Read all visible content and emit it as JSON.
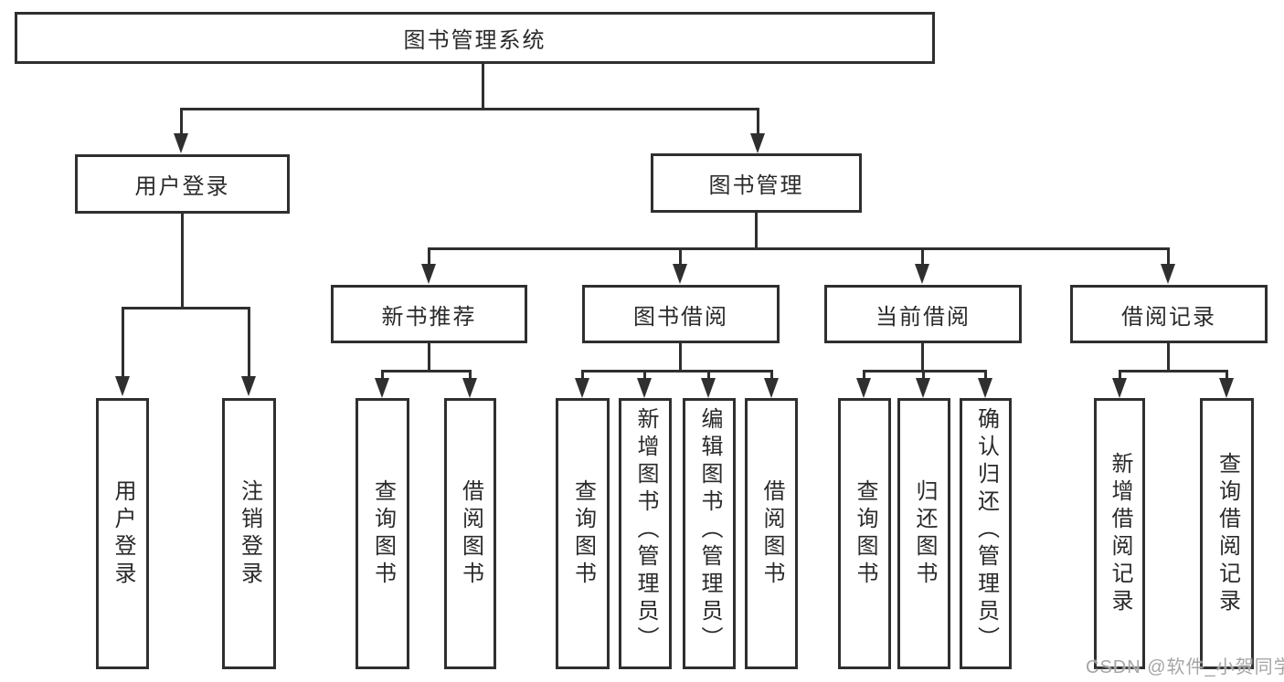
{
  "diagram": {
    "root": {
      "label": "图书管理系统"
    },
    "branches": [
      {
        "label": "用户登录",
        "children": [
          {
            "label": "用户登录"
          },
          {
            "label": "注销登录"
          }
        ]
      },
      {
        "label": "图书管理",
        "children": [
          {
            "label": "新书推荐",
            "children": [
              {
                "label": "查询图书"
              },
              {
                "label": "借阅图书"
              }
            ]
          },
          {
            "label": "图书借阅",
            "children": [
              {
                "label": "查询图书"
              },
              {
                "label": "新增图书（管理员）"
              },
              {
                "label": "编辑图书（管理员）"
              },
              {
                "label": "借阅图书"
              }
            ]
          },
          {
            "label": "当前借阅",
            "children": [
              {
                "label": "查询图书"
              },
              {
                "label": "归还图书"
              },
              {
                "label": "确认归还（管理员）"
              }
            ]
          },
          {
            "label": "借阅记录",
            "children": [
              {
                "label": "新增借阅记录"
              },
              {
                "label": "查询借阅记录"
              }
            ]
          }
        ]
      }
    ]
  },
  "watermark": {
    "text": "CSDN @软件_小贺同学"
  },
  "colors": {
    "line": "#2f2f2f",
    "box_border": "#2f2f2f",
    "text": "#2a2a2a",
    "background": "#ffffff",
    "watermark": "#a6a6a6"
  }
}
